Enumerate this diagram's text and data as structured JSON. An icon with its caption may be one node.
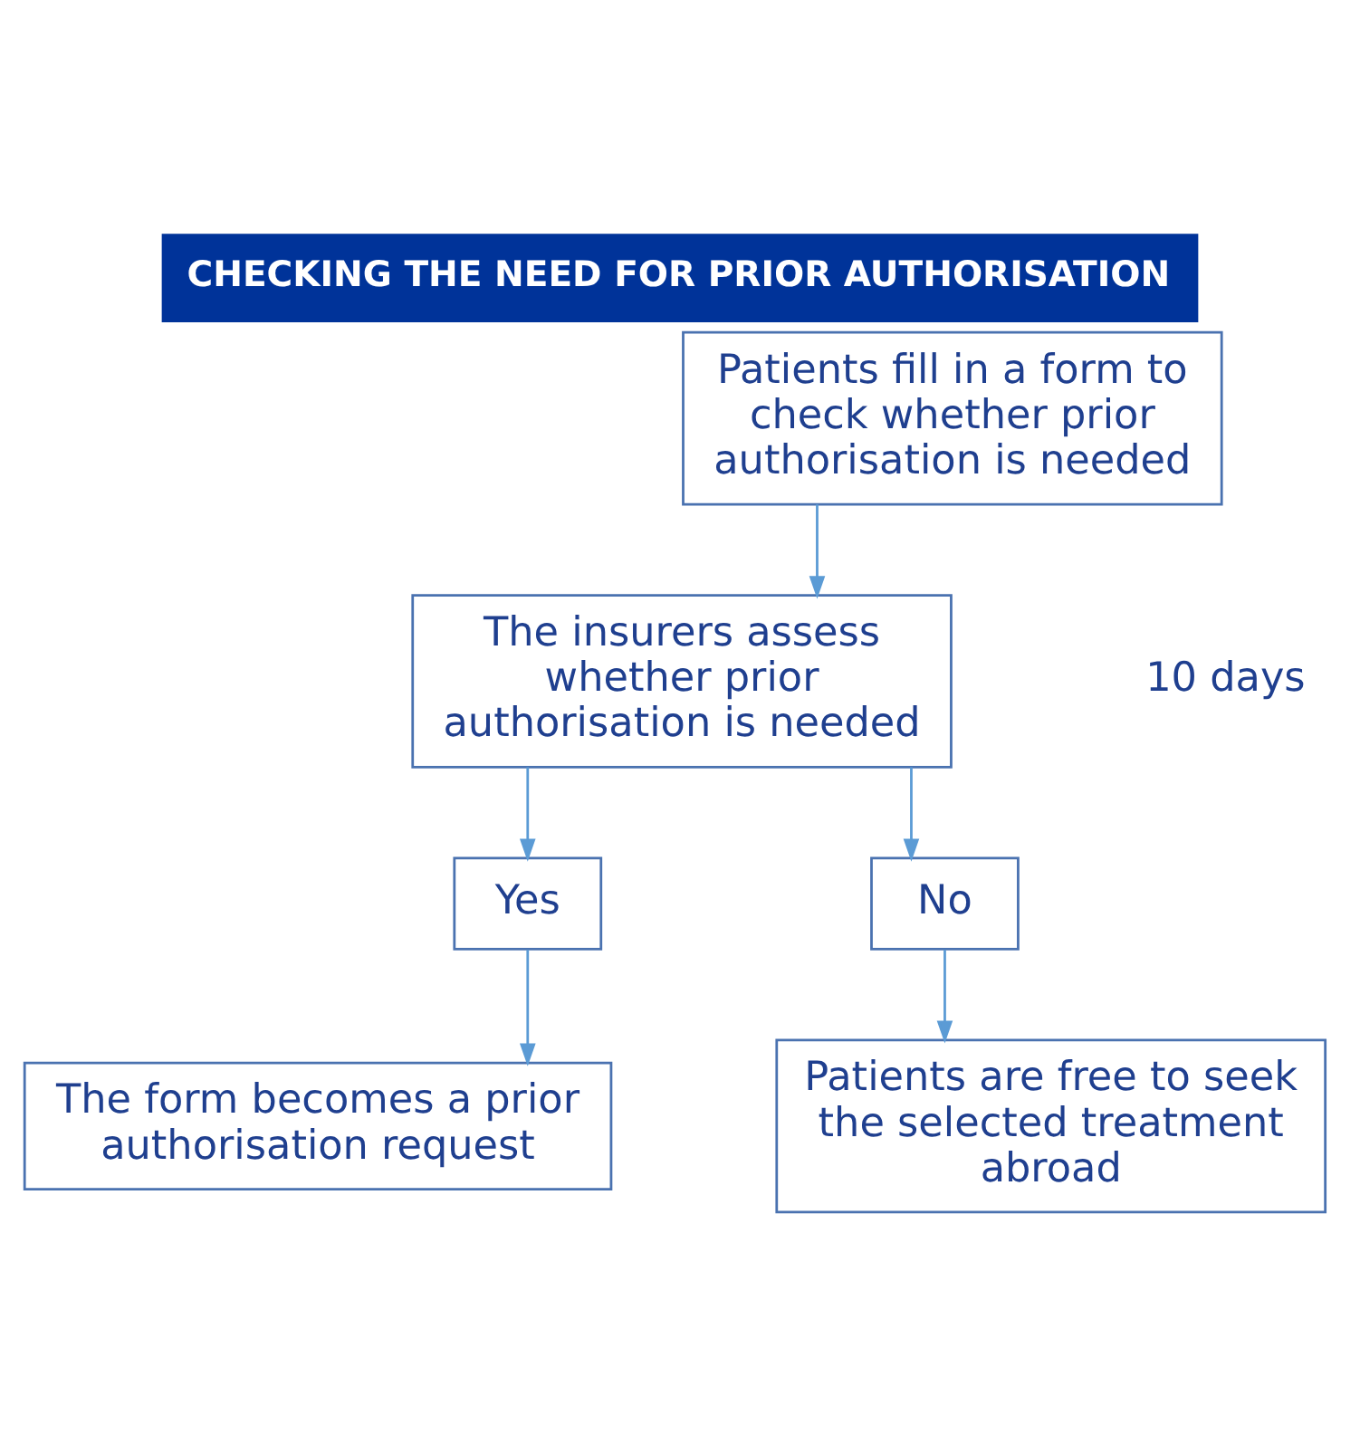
{
  "diagram": {
    "title": "CHECKING THE NEED FOR PRIOR AUTHORISATION",
    "nodes": [
      {
        "text": [
          "Patients fill in a form to check whether prior authorisation is needed"
        ]
      },
      {
        "text": [
          "The insurers assess whether prior authorisation is needed"
        ]
      },
      {
        "text": [
          "Yes"
        ]
      },
      {
        "text": [
          "No"
        ]
      },
      {
        "text": [
          "The form becomes a prior authorisation request"
        ]
      },
      {
        "text": [
          "Patients are free to seek the selected treatment abroad"
        ]
      }
    ],
    "edges": [
      {
        "from": 0,
        "to": 1,
        "arrow": "to"
      },
      {
        "from": 1,
        "to": 2,
        "arrow": "to"
      },
      {
        "from": 1,
        "to": 3,
        "arrow": "to"
      },
      {
        "from": 2,
        "to": 4,
        "arrow": "to"
      },
      {
        "from": 3,
        "to": 5,
        "arrow": "to"
      }
    ],
    "labels": [
      "10 days"
    ]
  }
}
